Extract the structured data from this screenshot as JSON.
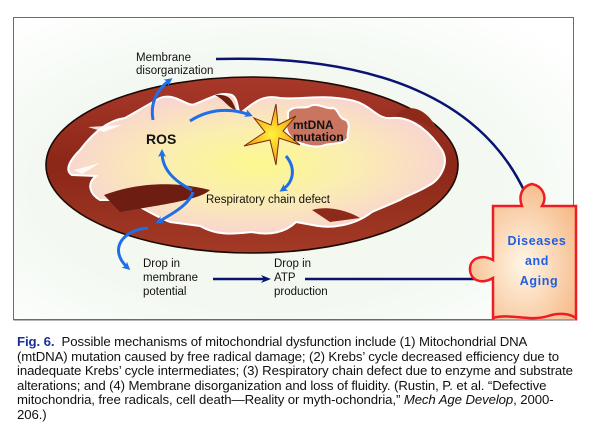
{
  "diagram": {
    "labels": {
      "membrane_disorganization": [
        "Membrane",
        "disorganization"
      ],
      "ros": "ROS",
      "mtdna_mutation": [
        "mtDNA",
        "mutation"
      ],
      "respiratory_chain_defect": "Respiratory chain defect",
      "drop_membrane_potential": [
        "Drop in",
        "membrane",
        "potential"
      ],
      "drop_atp_production": [
        "Drop in",
        "ATP",
        "production"
      ],
      "diseases_and_aging": [
        "Diseases",
        "and",
        "Aging"
      ]
    },
    "colors": {
      "membrane_dark": "#8e2a1a",
      "membrane_mid": "#b0402a",
      "cristae_fill": "#f9d3d3",
      "matrix_center": "#fbf59a",
      "cycle_arrow": "#1e6fe8",
      "output_arrow": "#0a1470",
      "puzzle_border": "#ee1c24",
      "puzzle_fill": "#f7c08e",
      "puzzle_text": "#1e5fe0",
      "star_fill": "#f8c41a",
      "mtdna_blob": "#c97560"
    }
  },
  "caption": {
    "fig_number": "Fig. 6.",
    "text_before_journal": "Possible mechanisms of mitochondrial dysfunction include (1) Mitochondrial DNA (mtDNA) mutation caused by free radical damage; (2) Krebs’ cycle decreased efficiency due to inadequate Krebs’ cycle intermediates; (3) Respiratory chain defect due to enzyme and substrate alterations; and (4) Membrane disorganization and loss of fluidity. (Rustin, P. et al.  “Defective mitochondria, free radicals, cell death—Reality or myth-ochondria,” ",
    "journal": "Mech Age Develop",
    "text_after_journal": ", 2000-206.)"
  }
}
